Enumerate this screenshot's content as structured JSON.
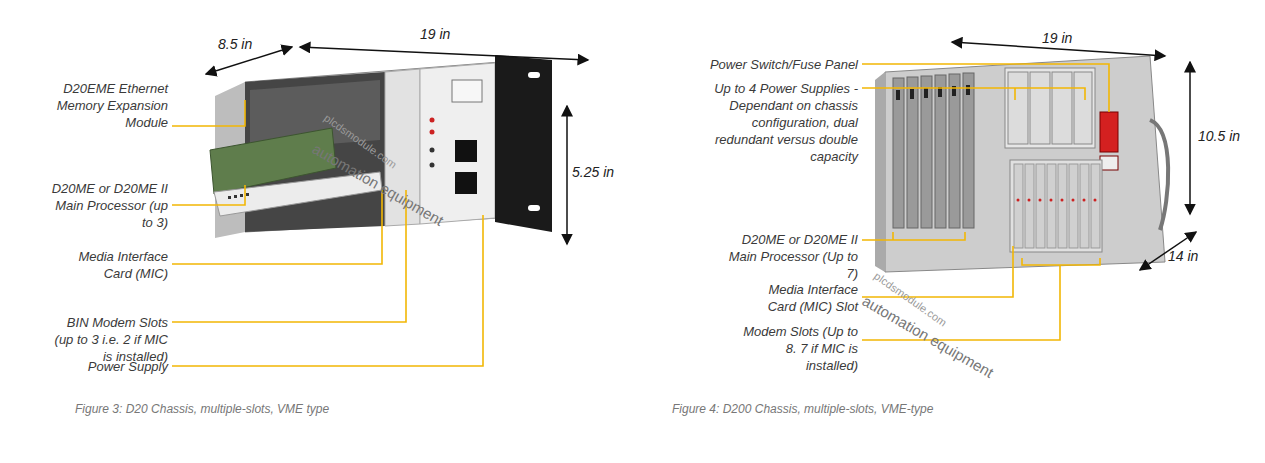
{
  "diagram": {
    "labels": [
      "8.5 in",
      "19 in",
      "D20EME Ethernet Memory Expansion Module",
      "D20ME or D20ME II Main Processor (up to 3)",
      "Media Interface Card (MIC)",
      "BIN Modem Slots (up to 3 i.e. 2 if MIC is installed)",
      "Power Supply",
      "5.25 in",
      "Figure 3: D20 Chassis, multiple-slots, VME type",
      "19 in",
      "Power Switch/Fuse Panel",
      "Up to 4 Power Supplies - Dependant on chassis configuration, dual redundant versus double capacity",
      "10.5 in",
      "D20ME or D20ME II Main Processor (Up to 7)",
      "14 in",
      "Media Interface Card (MIC) Slot",
      "Modem Slots (Up to 8. 7 if MIC is installed)",
      "Figure 4: D200 Chassis, multiple-slots, VME-type",
      "plcdsmodule.com",
      "automation equipment",
      "plcdsmodule.com",
      "automation equipment"
    ]
  }
}
